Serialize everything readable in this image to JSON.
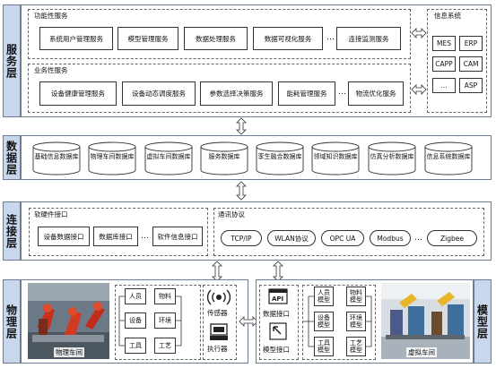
{
  "layers": {
    "service": "服务层",
    "data": "数据层",
    "connect": "连接层",
    "physical": "物理层",
    "model": "模型层"
  },
  "service": {
    "functional_title": "功能性服务",
    "functional": [
      "系统用户管理服务",
      "模型管理服务",
      "数据处理服务",
      "数据可视化服务",
      "连接监测服务"
    ],
    "business_title": "业务性服务",
    "business": [
      "设备健康管理服务",
      "设备动态调度服务",
      "参数选择决策服务",
      "能耗管理服务",
      "物流优化服务"
    ],
    "info_title": "信息系统",
    "info": [
      "MES",
      "ERP",
      "CAPP",
      "CAM",
      "ASP"
    ],
    "ellipsis": "…"
  },
  "databases": [
    "基础信息数据库",
    "物理车间数据库",
    "虚拟车间数据库",
    "服务数据库",
    "孪生融合数据库",
    "领域知识数据库",
    "仿真分析数据库",
    "信息系统数据库"
  ],
  "connect": {
    "hw_title": "软硬件接口",
    "hw": [
      "设备数据接口",
      "数据库接口",
      "软件信息接口"
    ],
    "comm_title": "通讯协议",
    "comm": [
      "TCP/IP",
      "WLAN协议",
      "OPC UA",
      "Modbus",
      "Zigbee"
    ]
  },
  "physical": {
    "elements": [
      "人员",
      "物料",
      "设备",
      "环境",
      "工具",
      "工艺"
    ],
    "sensor": "传感器",
    "actuator": "执行器",
    "caption": "物理车间"
  },
  "model": {
    "data_interface": "数据接口",
    "model_interface": "模型接口",
    "elements": [
      "人员模型",
      "物料模型",
      "设备模型",
      "环境模型",
      "工具模型",
      "工艺模型"
    ],
    "caption": "虚拟车间"
  }
}
